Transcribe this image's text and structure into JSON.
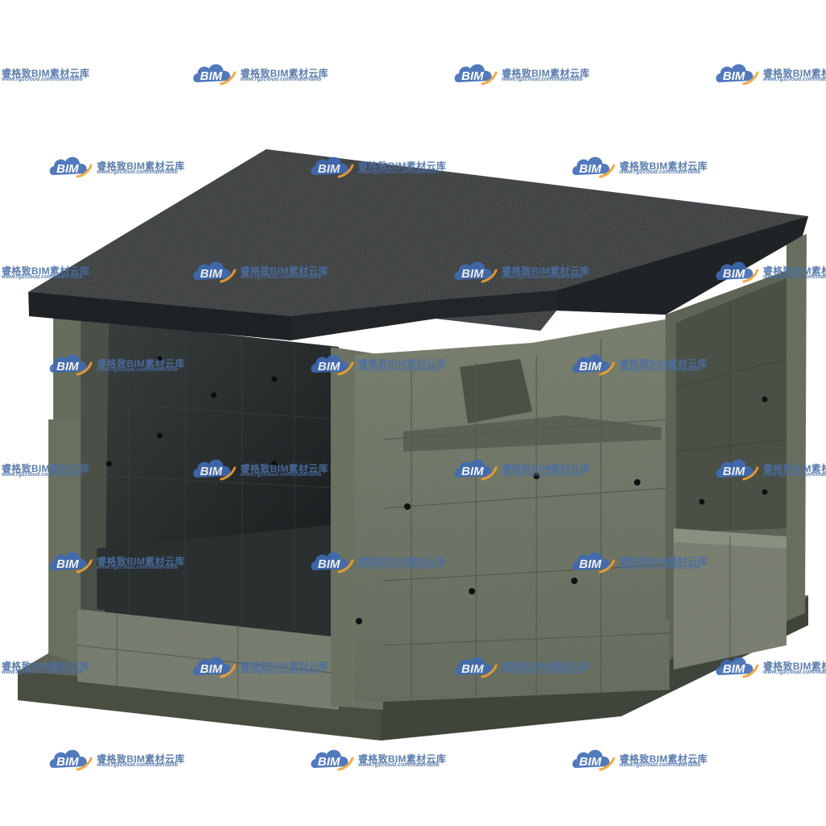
{
  "watermark": {
    "logo_text": "BIM",
    "title": "睿格致BIM素材云库",
    "url": "www.rgzcloud.com/materiallib",
    "logo_color": "#3f6bb5",
    "accent_color": "#f0a030"
  },
  "model": {
    "roof_color": "#2c2f31",
    "wall_color": "#6e7462",
    "base_color": "#5b6152",
    "interior_color": "#1f2326"
  }
}
